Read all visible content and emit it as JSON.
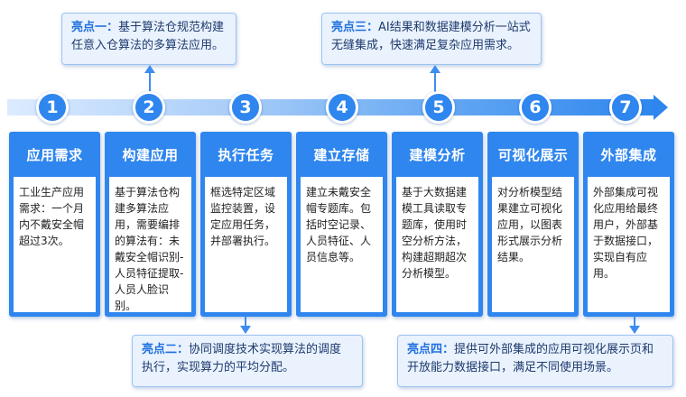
{
  "highlights": [
    {
      "label": "亮点一：",
      "text": "基于算法仓规范构建任意入仓算法的多算法应用。"
    },
    {
      "label": "亮点二：",
      "text": "协同调度技术实现算法的调度执行，实现算力的平均分配。"
    },
    {
      "label": "亮点三：",
      "text": "AI结果和数据建模分析一站式无缝集成，快速满足复杂应用需求。"
    },
    {
      "label": "亮点四：",
      "text": "提供可外部集成的应用可视化展示页和开放能力数据接口，满足不同使用场景。"
    }
  ],
  "steps": [
    {
      "number": "1",
      "title": "应用需求",
      "body": "工业生产应用需求：一个月内不戴安全帽超过3次。"
    },
    {
      "number": "2",
      "title": "构建应用",
      "body": "基于算法仓构建多算法应用，需要编排的算法有：未戴安全帽识别-人员特征提取-人员人脸识别。"
    },
    {
      "number": "3",
      "title": "执行任务",
      "body": "框选特定区域监控装置，设定应用任务，并部署执行。"
    },
    {
      "number": "4",
      "title": "建立存储",
      "body": "建立未戴安全帽专题库。包括时空记录、人员特征、人员信息等。"
    },
    {
      "number": "5",
      "title": "建模分析",
      "body": "基于大数据建模工具读取专题库，使用时空分析方法，构建超期超次分析模型。"
    },
    {
      "number": "6",
      "title": "可视化展示",
      "body": "对分析模型结果建立可视化应用，以图表形式展示分析结果。"
    },
    {
      "number": "7",
      "title": "外部集成",
      "body": "外部集成可视化应用给最终用户，外部基于数据接口，实现自有应用。"
    }
  ],
  "colors": {
    "accent": "#2f86ee",
    "callout_bg": "#e9f2fd",
    "highlight_label": "#1f6fe0"
  }
}
